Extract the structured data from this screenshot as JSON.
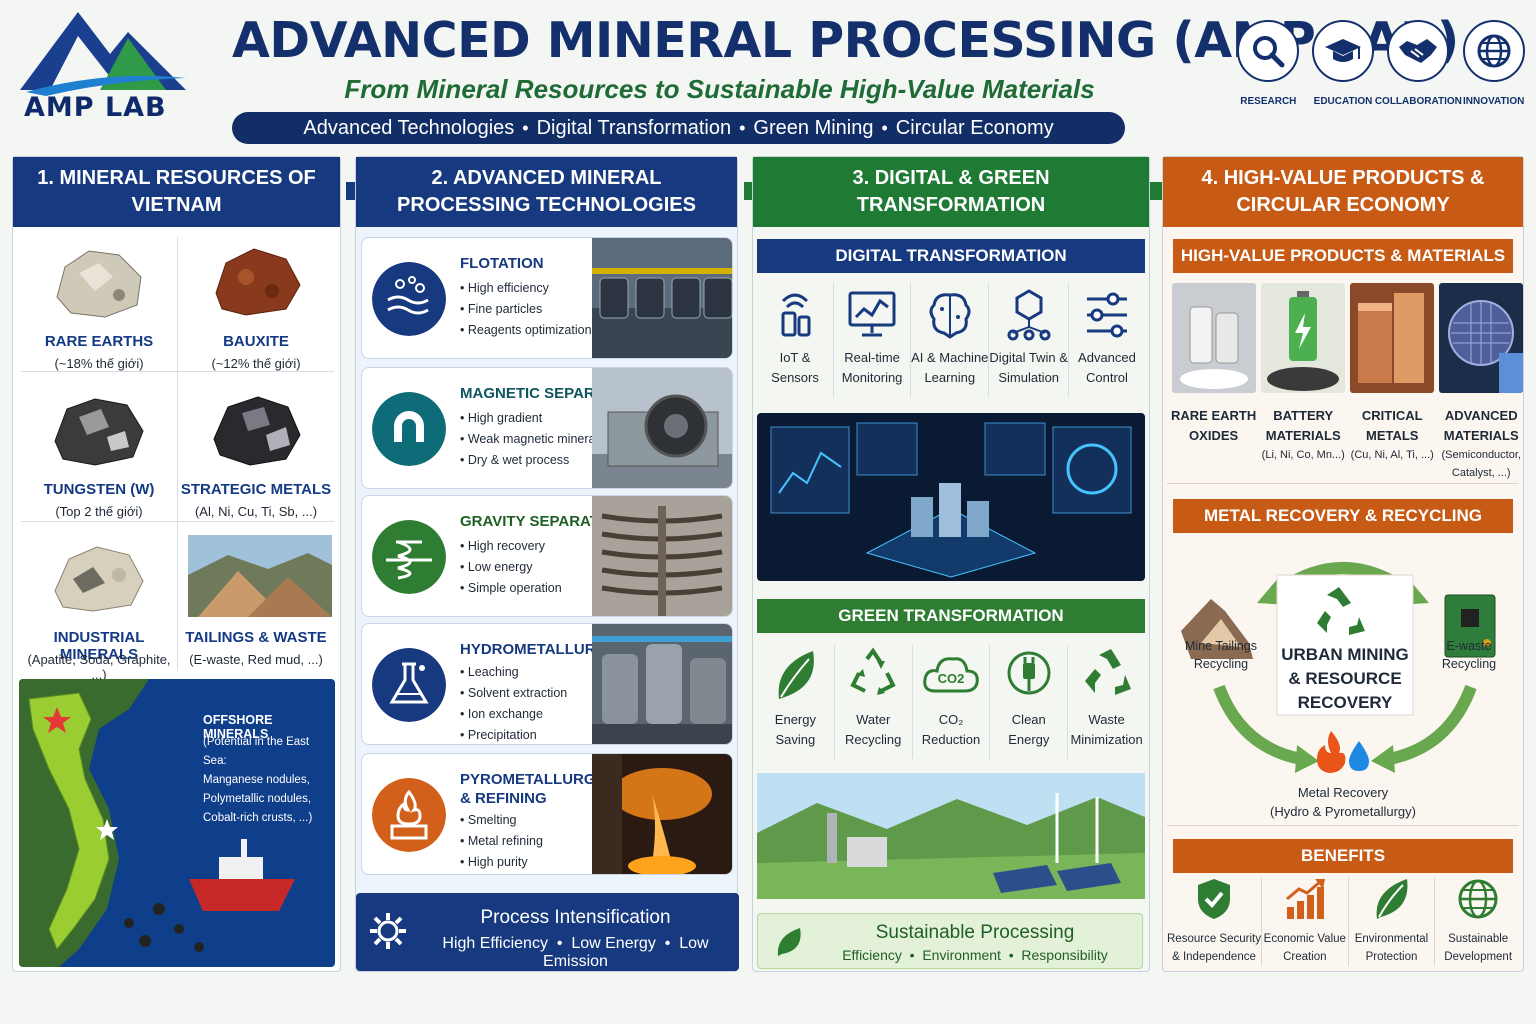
{
  "header": {
    "logo_text": "AMP LAB",
    "title": "ADVANCED MINERAL PROCESSING (AMP LAB)",
    "subtitle": "From Mineral Resources to Sustainable High-Value Materials",
    "pillars": [
      "Advanced Technologies",
      "Digital Transformation",
      "Green Mining",
      "Circular Economy"
    ],
    "top_icons": [
      {
        "icon": "search-icon",
        "label": "RESEARCH"
      },
      {
        "icon": "graduation-cap-icon",
        "label": "EDUCATION"
      },
      {
        "icon": "handshake-icon",
        "label": "COLLABORATION"
      },
      {
        "icon": "globe-icon",
        "label": "INNOVATION"
      }
    ]
  },
  "col1": {
    "title": "1. MINERAL RESOURCES OF VIETNAM",
    "minerals": [
      {
        "name": "RARE EARTHS",
        "desc": "(~18% thế giới)"
      },
      {
        "name": "BAUXITE",
        "desc": "(~12% thế giới)"
      },
      {
        "name": "TUNGSTEN (W)",
        "desc": "(Top 2 thế giới)"
      },
      {
        "name": "STRATEGIC METALS",
        "desc": "(Al, Ni, Cu, Ti, Sb, ...)"
      },
      {
        "name": "INDUSTRIAL MINERALS",
        "desc": "(Apatite, Soda, Graphite, ...)"
      },
      {
        "name": "TAILINGS & WASTE",
        "desc": "(E-waste, Red mud, ...)"
      }
    ],
    "offshore": {
      "title": "OFFSHORE MINERALS",
      "lines": [
        "(Potential in the East Sea:",
        "Manganese nodules,",
        "Polymetallic nodules,",
        "Cobalt-rich crusts, ...)"
      ]
    }
  },
  "col2": {
    "title": "2. ADVANCED MINERAL PROCESSING TECHNOLOGIES",
    "techs": [
      {
        "name": "FLOTATION",
        "items": [
          "High efficiency",
          "Fine particles",
          "Reagents optimization"
        ]
      },
      {
        "name": "MAGNETIC SEPARATION",
        "items": [
          "High gradient",
          "Weak magnetic minerals",
          "Dry & wet process"
        ]
      },
      {
        "name": "GRAVITY SEPARATION",
        "items": [
          "High recovery",
          "Low energy",
          "Simple operation"
        ]
      },
      {
        "name": "HYDROMETALLURGY",
        "items": [
          "Leaching",
          "Solvent extraction",
          "Ion exchange",
          "Precipitation"
        ]
      },
      {
        "name": "PYROMETALLURGY\n& REFINING",
        "items": [
          "Smelting",
          "Metal refining",
          "High purity"
        ]
      }
    ],
    "footer": {
      "title": "Process Intensification",
      "items": [
        "High Efficiency",
        "Low Energy",
        "Low Emission"
      ]
    }
  },
  "col3": {
    "title": "3. DIGITAL & GREEN TRANSFORMATION",
    "digital": {
      "title": "DIGITAL TRANSFORMATION",
      "items": [
        {
          "icon": "iot-sensor-icon",
          "label": "IoT &\nSensors"
        },
        {
          "icon": "monitor-chart-icon",
          "label": "Real-time\nMonitoring"
        },
        {
          "icon": "brain-icon",
          "label": "AI & Machine\nLearning"
        },
        {
          "icon": "network-cube-icon",
          "label": "Digital Twin &\nSimulation"
        },
        {
          "icon": "sliders-icon",
          "label": "Advanced\nControl"
        }
      ]
    },
    "green": {
      "title": "GREEN TRANSFORMATION",
      "items": [
        {
          "icon": "leaf-icon",
          "label": "Energy\nSaving"
        },
        {
          "icon": "recycle-icon",
          "label": "Water\nRecycling"
        },
        {
          "icon": "co2-cloud-icon",
          "label": "CO₂\nReduction"
        },
        {
          "icon": "plug-icon",
          "label": "Clean\nEnergy"
        },
        {
          "icon": "recycle-filled-icon",
          "label": "Waste\nMinimization"
        }
      ]
    },
    "footer": {
      "title": "Sustainable Processing",
      "items": [
        "Efficiency",
        "Environment",
        "Responsibility"
      ]
    }
  },
  "col4": {
    "title": "4. HIGH-VALUE PRODUCTS & CIRCULAR ECONOMY",
    "products": {
      "title": "HIGH-VALUE PRODUCTS & MATERIALS",
      "items": [
        {
          "name": "RARE EARTH\nOXIDES",
          "desc": ""
        },
        {
          "name": "BATTERY\nMATERIALS",
          "desc": "(Li, Ni, Co, Mn...)"
        },
        {
          "name": "CRITICAL\nMETALS",
          "desc": "(Cu, Ni, Al, Ti, ...)"
        },
        {
          "name": "ADVANCED\nMATERIALS",
          "desc": "(Semiconductor,\nCatalyst, ...)"
        }
      ]
    },
    "recovery": {
      "title": "METAL RECOVERY & RECYCLING",
      "center": "URBAN MINING\n& RESOURCE\nRECOVERY",
      "left": "Mine Tailings\nRecycling",
      "right": "E-waste\nRecycling",
      "bottom": "Metal Recovery\n(Hydro & Pyrometallurgy)"
    },
    "benefits": {
      "title": "BENEFITS",
      "items": [
        {
          "icon": "shield-check-icon",
          "label": "Resource Security\n& Independence"
        },
        {
          "icon": "growth-chart-icon",
          "label": "Economic Value\nCreation"
        },
        {
          "icon": "leaf-icon",
          "label": "Environmental\nProtection"
        },
        {
          "icon": "globe-icon",
          "label": "Sustainable\nDevelopment"
        }
      ]
    }
  },
  "colors": {
    "navy": "#13306d",
    "blue": "#17397f",
    "green": "#1f7a34",
    "orange": "#c75a14"
  }
}
